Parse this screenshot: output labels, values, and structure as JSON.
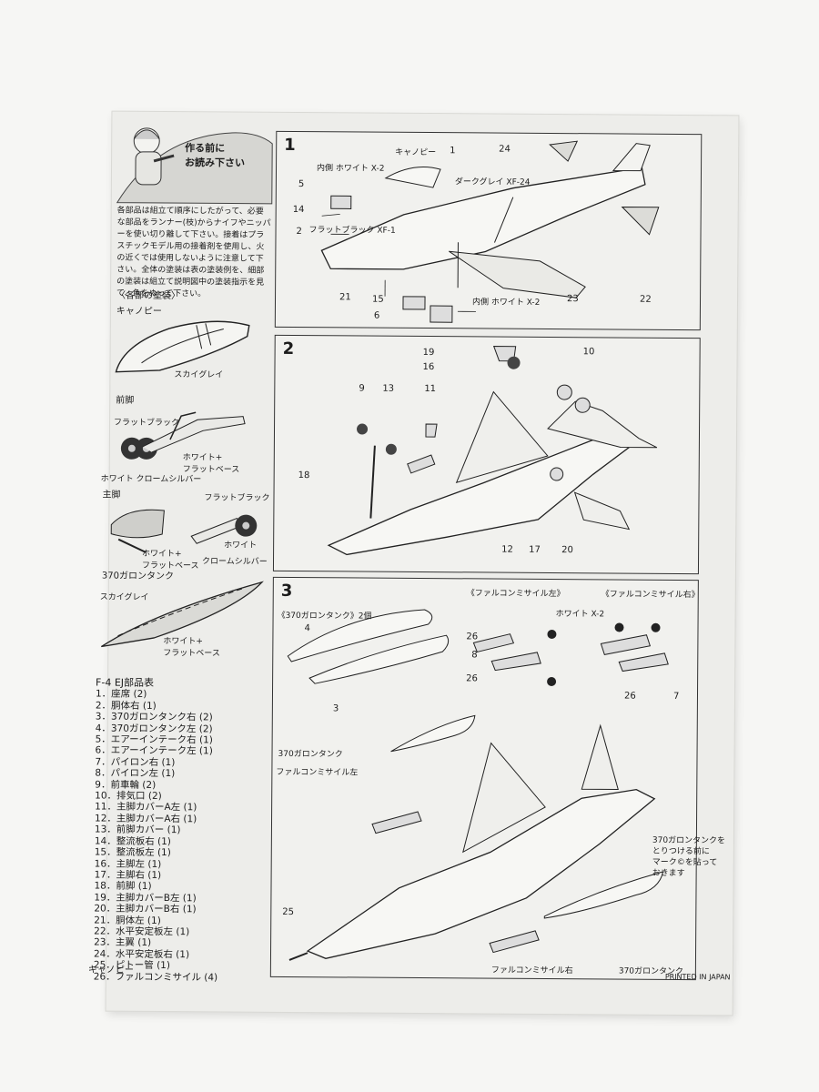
{
  "header": {
    "bubble": "作る前に\nお読み下さい"
  },
  "intro": "各部品は組立て順序にしたがって、必要な部品をランナー(枝)からナイフやニッパーを使い切り離して下さい。接着はプラスチックモデル用の接着剤を使用し、火の近くでは使用しないように注意して下さい。全体の塗装は表の塗装例を、細部の塗装は組立て説明図中の塗装指示を見て、色をぬって下さい。",
  "painting": {
    "heading": "〈各部の塗装〉",
    "canopy": {
      "title": "キャノピー",
      "color": "スカイグレイ"
    },
    "nose_gear": {
      "title": "前脚",
      "flat_black": "フラットブラック",
      "white_flat_base": "ホワイト+\nフラットベース",
      "white_chrome": "ホワイト クロームシルバー"
    },
    "main_gear": {
      "title": "主脚",
      "flat_black": "フラットブラック",
      "white_flat_base": "ホワイト+\nフラットベース",
      "white": "ホワイト",
      "chrome": "クロームシルバー"
    },
    "tank": {
      "title": "370ガロンタンク",
      "sky_grey": "スカイグレイ",
      "white_flat_base": "ホワイト+\nフラットベース"
    }
  },
  "parts_list": {
    "title": "F-4 EJ部品表",
    "items": [
      "1．座席 (2)",
      "2．胴体右 (1)",
      "3．370ガロンタンク右 (2)",
      "4．370ガロンタンク左 (2)",
      "5．エアーインテーク右 (1)",
      "6．エアーインテーク左 (1)",
      "7．パイロン右 (1)",
      "8．パイロン左 (1)",
      "9．前車輪 (2)",
      "10．排気口 (2)",
      "11．主脚カバーA左 (1)",
      "12．主脚カバーA右 (1)",
      "13．前脚カバー (1)",
      "14．整流板右 (1)",
      "15．整流板左 (1)",
      "16．主脚左 (1)",
      "17．主脚右 (1)",
      "18．前脚 (1)",
      "19．主脚カバーB左 (1)",
      "20．主脚カバーB右 (1)",
      "21．胴体左 (1)",
      "22．水平安定板左 (1)",
      "23．主翼 (1)",
      "24．水平安定板右 (1)",
      "25．ピトー管 (1)",
      "26．ファルコンミサイル (4)"
    ],
    "footer": "キャノピー"
  },
  "step1": {
    "number": "1",
    "canopy": "キャノピー",
    "inner_white": "内側 ホワイト X-2",
    "dark_grey": "ダークグレイ XF-24",
    "flat_black": "フラットブラック XF-1",
    "inner_white2": "内側 ホワイト X-2",
    "nums": [
      "24",
      "1",
      "5",
      "14",
      "2",
      "21",
      "15",
      "6",
      "23",
      "22"
    ]
  },
  "step2": {
    "number": "2",
    "nums": [
      "19",
      "16",
      "10",
      "9",
      "13",
      "11",
      "18",
      "12",
      "17",
      "20"
    ]
  },
  "step3": {
    "number": "3",
    "tank_heading": "《370ガロンタンク》2個",
    "missile_left": "《ファルコンミサイル左》",
    "missile_right": "《ファルコンミサイル右》",
    "white_x2": "ホワイト X-2",
    "tank_label": "370ガロンタンク",
    "falcon_left": "ファルコンミサイル左",
    "falcon_right": "ファルコンミサイル右",
    "tank_label2": "370ガロンタンク",
    "note": "370ガロンタンクを\nとりつける前に\nマーク©を貼って\nおきます",
    "nums": [
      "4",
      "3",
      "26",
      "8",
      "26",
      "26",
      "7",
      "25"
    ]
  },
  "footer": {
    "printed": "PRINTED IN JAPAN"
  }
}
